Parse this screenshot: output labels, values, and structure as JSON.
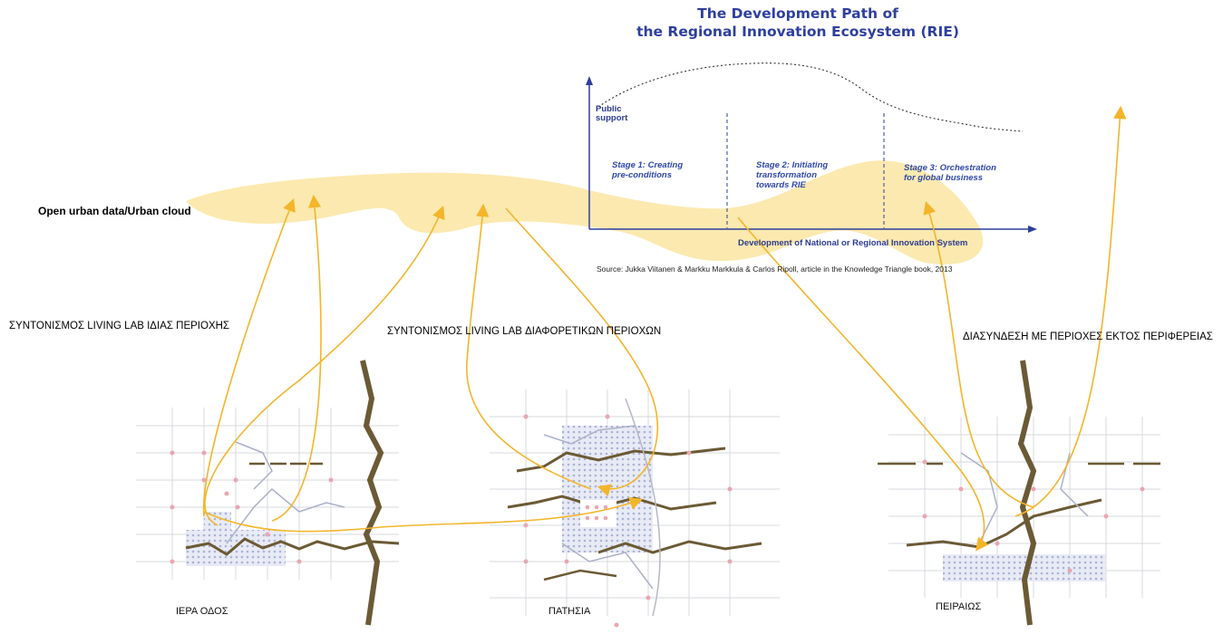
{
  "title": {
    "line1": "The Development Path of",
    "line2": "the Regional Innovation Ecosystem (RIE)"
  },
  "rie_chart": {
    "y_axis_label_1": "Public",
    "y_axis_label_2": "support",
    "x_axis_label": "Development of National or Regional Innovation System",
    "stages": [
      {
        "line1": "Stage 1: Creating",
        "line2": "pre-conditions",
        "line3": ""
      },
      {
        "line1": "Stage 2:  Initiating",
        "line2": "transformation",
        "line3": "towards RIE"
      },
      {
        "line1": "Stage 3: Orchestration",
        "line2": "for global  business",
        "line3": ""
      }
    ],
    "source": "Source: Jukka Viitanen & Markku Markkula & Carlos Ripoll, article in the Knowledge Triangle book, 2013"
  },
  "urban_cloud_label": "Open urban data/Urban cloud",
  "headings": {
    "same_area": "ΣΥΝΤΟΝΙΣΜΟΣ LIVING LAB ΙΔΙΑΣ ΠΕΡΙΟΧΗΣ",
    "different_areas": "ΣΥΝΤΟΝΙΣΜΟΣ LIVING LAB ΔΙΑΦΟΡΕΤΙΚΩΝ ΠΕΡΙΟΧΩΝ",
    "outside_region": "ΔΙΑΣΥΝΔΕΣΗ ΜΕ ΠΕΡΙΟΧΕΣ ΕΚΤΟΣ ΠΕΡΙΦΕΡΕΙΑΣ"
  },
  "areas": [
    {
      "name": "ΙΕΡΑ ΟΔΟΣ"
    },
    {
      "name": "ΠΑΤΗΣΙΑ"
    },
    {
      "name": "ΠΕΙΡΑΙΩΣ"
    }
  ],
  "colors": {
    "cloud_fill": "#fbe7a6",
    "arrow": "#f3b52a",
    "axis": "#2e3f9e",
    "river": "#6b5a35",
    "grid_block": "#c9cfe6"
  }
}
